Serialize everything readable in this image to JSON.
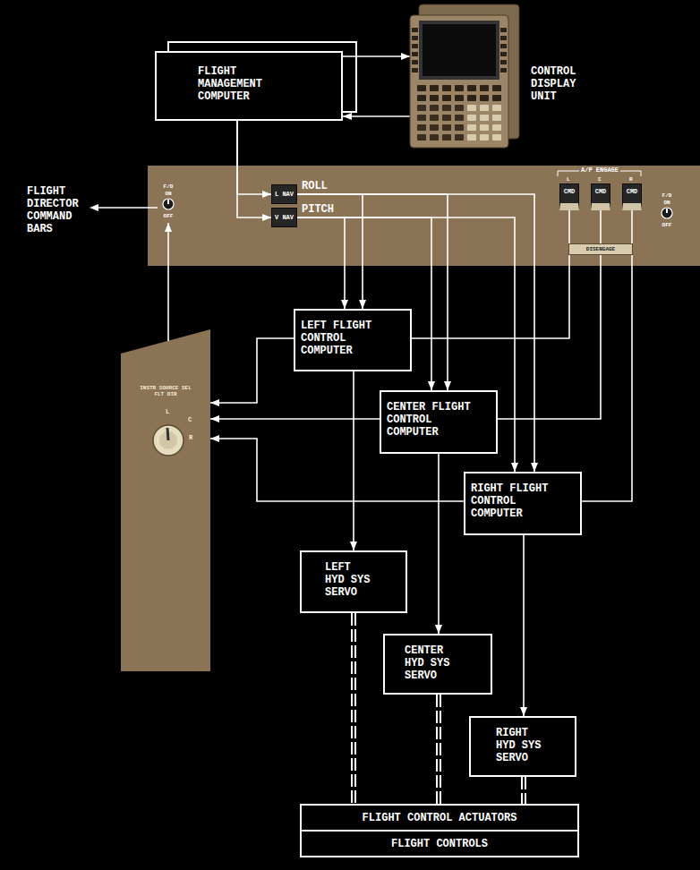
{
  "diagram": {
    "nodes": [
      {
        "text": [
          "FLIGHT MANAGEMENT COMPUTER"
        ]
      },
      {
        "text": [
          "CONTROL DISPLAY UNIT"
        ]
      },
      {
        "text": [
          "A/P ENGAGE"
        ]
      },
      {
        "text": [
          "F/D",
          "ON",
          "OFF"
        ],
        "in": 2
      },
      {
        "text": [
          "L NAV"
        ],
        "in": 2
      },
      {
        "text": [
          "V NAV"
        ],
        "in": 2
      },
      {
        "text": [
          "CMD"
        ],
        "in": 2
      },
      {
        "text": [
          "CMD"
        ],
        "in": 2
      },
      {
        "text": [
          "CMD"
        ],
        "in": 2
      },
      {
        "text": [
          "DISENGAGE"
        ],
        "in": 2
      },
      {
        "text": [
          "F/D",
          "ON",
          "OFF"
        ],
        "in": 2
      },
      {
        "text": [
          "INSTR SOURCE SEL FLT DIR"
        ]
      },
      {
        "text": [
          "LEFT FLIGHT CONTROL COMPUTER"
        ]
      },
      {
        "text": [
          "CENTER FLIGHT CONTROL COMPUTER"
        ]
      },
      {
        "text": [
          "RIGHT FLIGHT CONTROL COMPUTER"
        ]
      },
      {
        "text": [
          "LEFT HYD SYS SERVO"
        ]
      },
      {
        "text": [
          "CENTER HYD SYS SERVO"
        ]
      },
      {
        "text": [
          "RIGHT HYD SYS SERVO"
        ]
      },
      {
        "text": [
          "FLIGHT CONTROL ACTUATORS"
        ]
      },
      {
        "text": [
          "FLIGHT CONTROLS"
        ]
      }
    ],
    "edges": [
      {
        "from": 0,
        "to": 1,
        "arrow": "to"
      },
      {
        "from": 1,
        "to": 0,
        "arrow": "to"
      },
      {
        "from": 0,
        "to": 4,
        "arrow": "to"
      },
      {
        "from": 0,
        "to": 5,
        "arrow": "to"
      },
      {
        "from": 4,
        "to": 12,
        "arrow": "to"
      },
      {
        "from": 4,
        "to": 13,
        "arrow": "to"
      },
      {
        "from": 4,
        "to": 14,
        "arrow": "to"
      },
      {
        "from": 5,
        "to": 12,
        "arrow": "to"
      },
      {
        "from": 5,
        "to": 13,
        "arrow": "to"
      },
      {
        "from": 5,
        "to": 14,
        "arrow": "to"
      },
      {
        "from": 6,
        "to": 12,
        "arrow": "none"
      },
      {
        "from": 7,
        "to": 13,
        "arrow": "none"
      },
      {
        "from": 8,
        "to": 14,
        "arrow": "none"
      },
      {
        "from": 12,
        "to": 11,
        "arrow": "to"
      },
      {
        "from": 13,
        "to": 11,
        "arrow": "to"
      },
      {
        "from": 14,
        "to": 11,
        "arrow": "to"
      },
      {
        "from": 11,
        "to": 3,
        "arrow": "to"
      },
      {
        "from": 12,
        "to": 15,
        "arrow": "to"
      },
      {
        "from": 13,
        "to": 16,
        "arrow": "to"
      },
      {
        "from": 14,
        "to": 17,
        "arrow": "to"
      },
      {
        "from": 15,
        "to": 18,
        "arrow": "none"
      },
      {
        "from": 16,
        "to": 18,
        "arrow": "none"
      },
      {
        "from": 17,
        "to": 18,
        "arrow": "none"
      }
    ],
    "labels": [
      "FLIGHT DIRECTOR COMMAND BARS",
      "ROLL",
      "PITCH",
      "L",
      "C",
      "R",
      "L",
      "C",
      "R"
    ]
  }
}
